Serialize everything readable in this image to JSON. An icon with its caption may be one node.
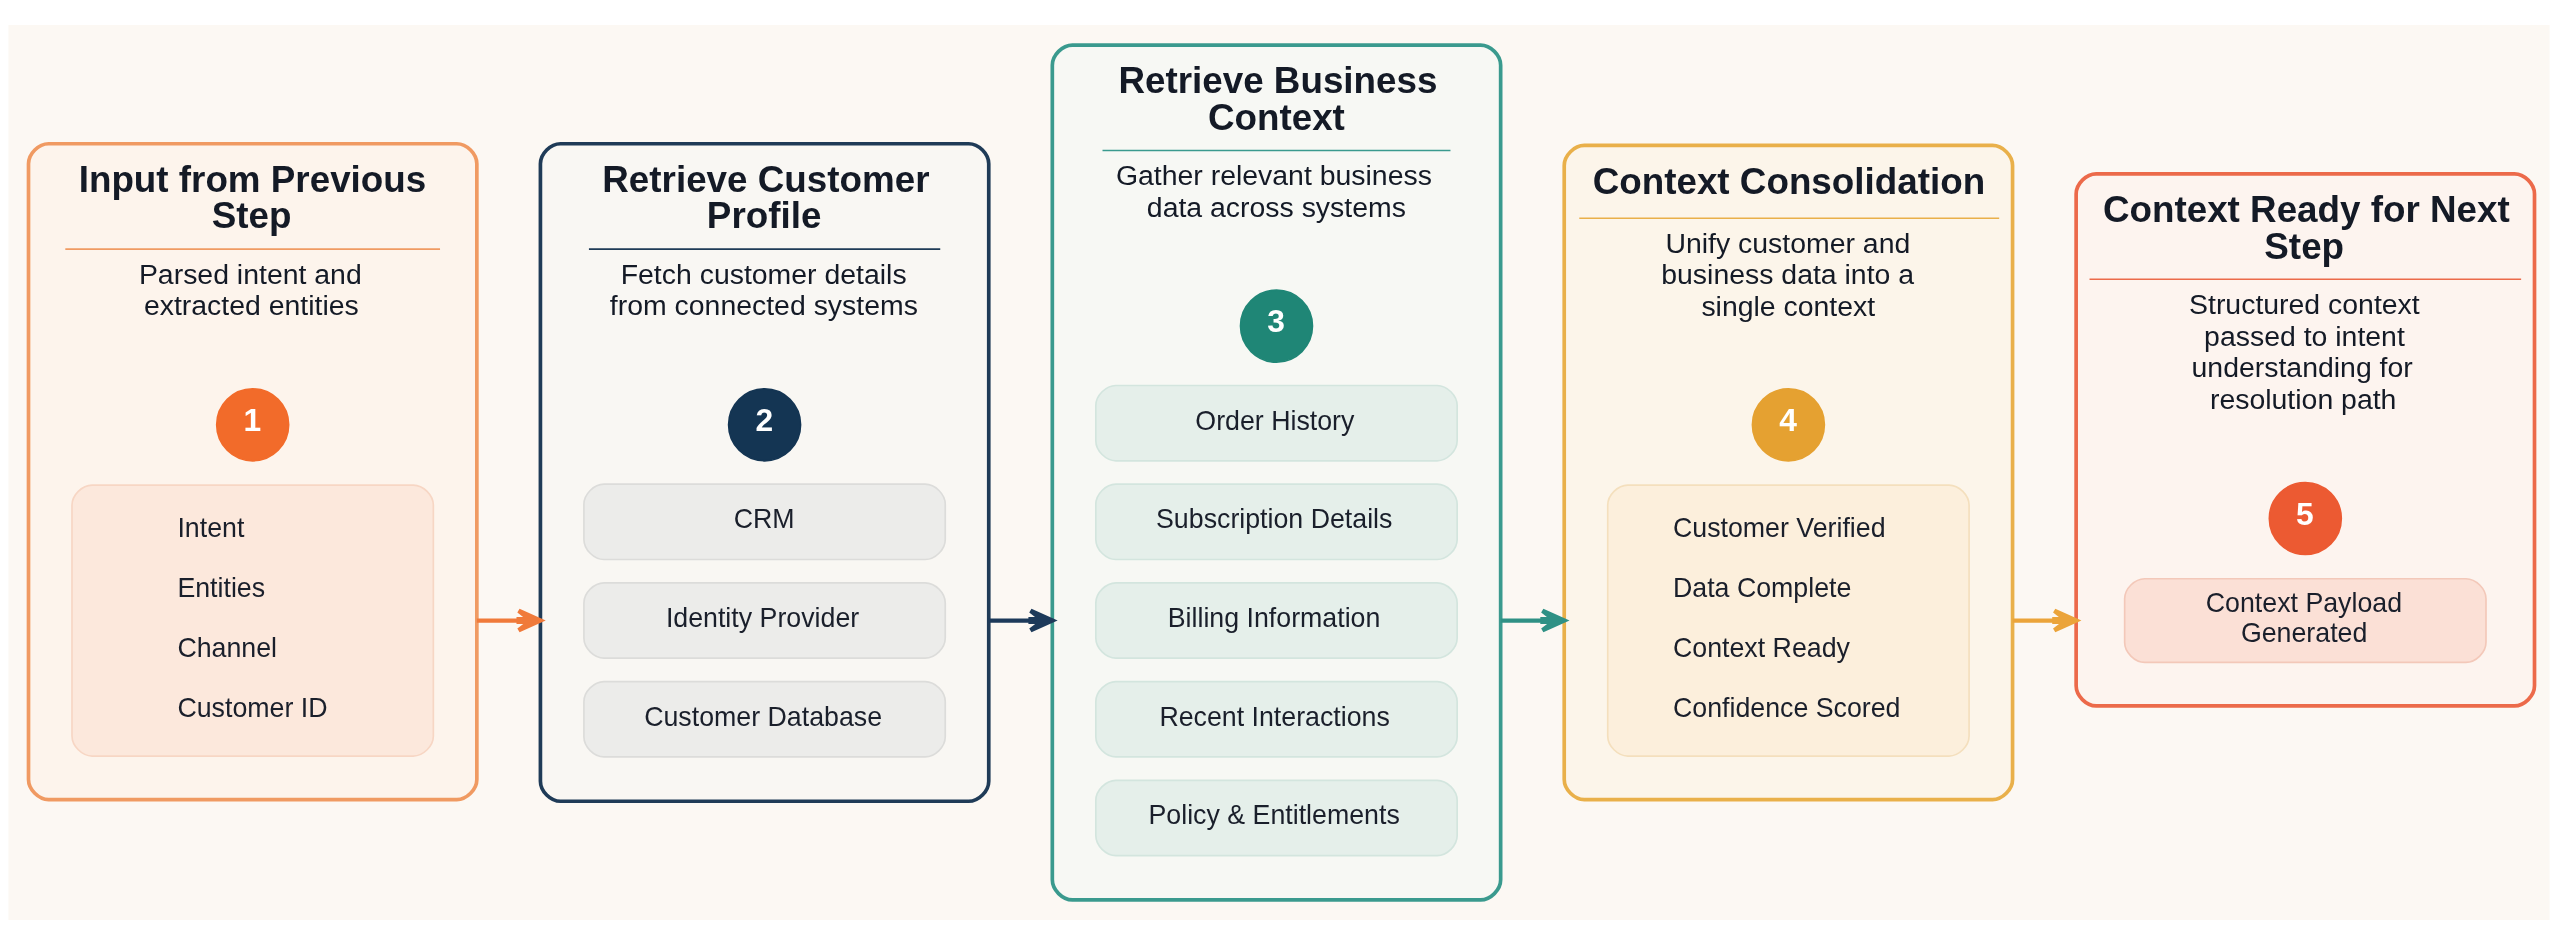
{
  "diagram": {
    "nodes": [
      {
        "text": [
          "Input from Previous Step",
          "Parsed intent and extracted entities"
        ]
      },
      {
        "text": [
          "1"
        ],
        "in": 0
      },
      {
        "text": [
          "Intent",
          "Entities",
          "Channel",
          "Customer ID"
        ],
        "in": 0
      },
      {
        "text": [
          "Retrieve Customer Profile",
          "Fetch customer details from connected systems"
        ]
      },
      {
        "text": [
          "2"
        ],
        "in": 3
      },
      {
        "text": [
          "CRM"
        ],
        "in": 3
      },
      {
        "text": [
          "Identity Provider"
        ],
        "in": 3
      },
      {
        "text": [
          "Customer Database"
        ],
        "in": 3
      },
      {
        "text": [
          "Retrieve Business Context",
          "Gather relevant business data across systems"
        ]
      },
      {
        "text": [
          "3"
        ],
        "in": 8
      },
      {
        "text": [
          "Order History"
        ],
        "in": 8
      },
      {
        "text": [
          "Subscription Details"
        ],
        "in": 8
      },
      {
        "text": [
          "Billing Information"
        ],
        "in": 8
      },
      {
        "text": [
          "Recent Interactions"
        ],
        "in": 8
      },
      {
        "text": [
          "Policy & Entitlements"
        ],
        "in": 8
      },
      {
        "text": [
          "Context Consolidation",
          "Unify customer and business data into a single context"
        ]
      },
      {
        "text": [
          "4"
        ],
        "in": 15
      },
      {
        "text": [
          "Customer Verified",
          "Data Complete",
          "Context Ready",
          "Confidence Scored"
        ],
        "in": 15
      },
      {
        "text": [
          "Context Ready for Next Step",
          "Structured context passed to intent understanding for resolution path"
        ]
      },
      {
        "text": [
          "5"
        ],
        "in": 18
      },
      {
        "text": [
          "Context Payload Generated"
        ],
        "in": 18
      }
    ],
    "edges": [
      {
        "from": 0,
        "to": 3,
        "arrow": "to",
        "color": "#f07a3a"
      },
      {
        "from": 3,
        "to": 8,
        "arrow": "to",
        "color": "#1d3a5a"
      },
      {
        "from": 8,
        "to": 15,
        "arrow": "to",
        "color": "#2f9185"
      },
      {
        "from": 15,
        "to": 18,
        "arrow": "to",
        "color": "#eba43a"
      }
    ]
  }
}
